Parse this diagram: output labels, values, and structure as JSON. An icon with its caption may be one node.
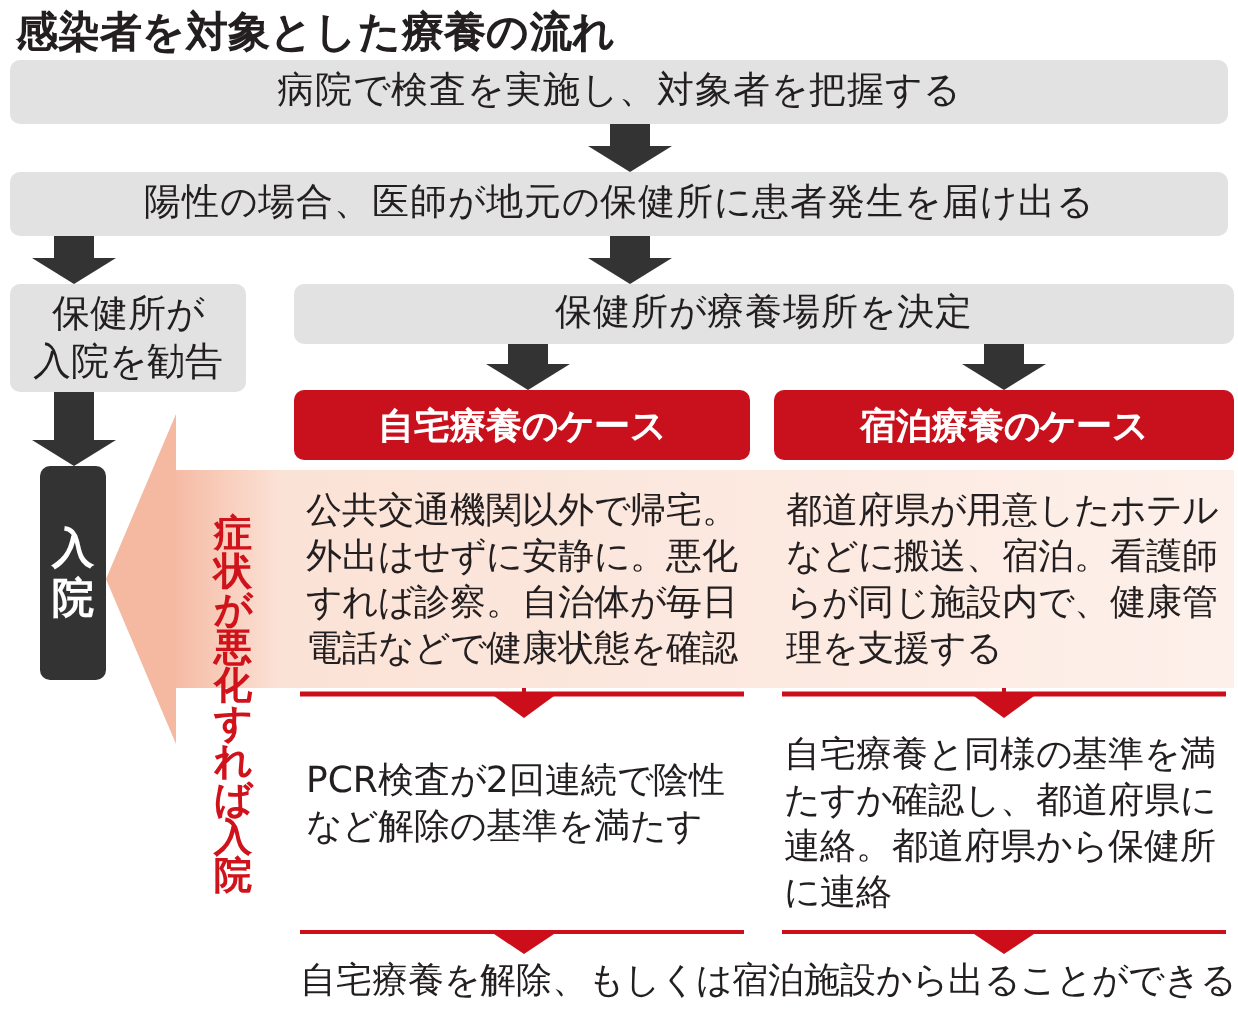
{
  "diagram": {
    "title": "感染者を対象とした療養の流れ",
    "nodes": [
      {
        "text": [
          "病院で検査を実施し、対象者を把握する"
        ]
      },
      {
        "text": [
          "陽性の場合、医師が地元の保健所に患者発生を届け出る"
        ]
      },
      {
        "text": [
          "保健所が入院を勧告"
        ]
      },
      {
        "text": [
          "保健所が療養場所を決定"
        ]
      },
      {
        "text": [
          "自宅療養のケース"
        ]
      },
      {
        "text": [
          "宿泊療養のケース"
        ]
      },
      {
        "text": [
          "入院"
        ]
      },
      {
        "text": [],
        "shape": "band"
      },
      {
        "text": [
          "公共交通機関以外で帰宅。外出はせずに安静に。悪化すれば診察。自治体が毎日電話などで健康状態を確認"
        ],
        "in": 7
      },
      {
        "text": [
          "都道府県が用意したホテルなどに搬送、宿泊。看護師らが同じ施設内で、健康管理を支援する"
        ],
        "in": 7
      },
      {
        "text": [
          "PCR検査が2回連続で陰性など解除の基準を満たす"
        ]
      },
      {
        "text": [
          "自宅療養と同様の基準を満たすか確認し、都道府県に連絡。都道府県から保健所に連絡"
        ]
      },
      {
        "text": [
          "自宅療養を解除、もしくは宿泊施設から出ることができる"
        ]
      }
    ],
    "edges": [
      {
        "from": 0,
        "to": 1,
        "arrow": "to"
      },
      {
        "from": 1,
        "to": 2,
        "arrow": "to"
      },
      {
        "from": 1,
        "to": 3,
        "arrow": "to"
      },
      {
        "from": 2,
        "to": 6,
        "arrow": "to"
      },
      {
        "from": 3,
        "to": 4,
        "arrow": "to"
      },
      {
        "from": 3,
        "to": 5,
        "arrow": "to"
      },
      {
        "from": 7,
        "to": 6,
        "arrow": "to",
        "label": "症状が悪化すれば入院",
        "style": "thick",
        "color": "#f5b8a0"
      },
      {
        "from": 8,
        "to": 10,
        "arrow": "to",
        "color": "#cc0e1b"
      },
      {
        "from": 9,
        "to": 11,
        "arrow": "to",
        "color": "#cc0e1b"
      },
      {
        "from": 10,
        "to": 12,
        "arrow": "to",
        "color": "#cc0e1b"
      },
      {
        "from": 11,
        "to": 12,
        "arrow": "to",
        "color": "#cc0e1b"
      }
    ]
  }
}
